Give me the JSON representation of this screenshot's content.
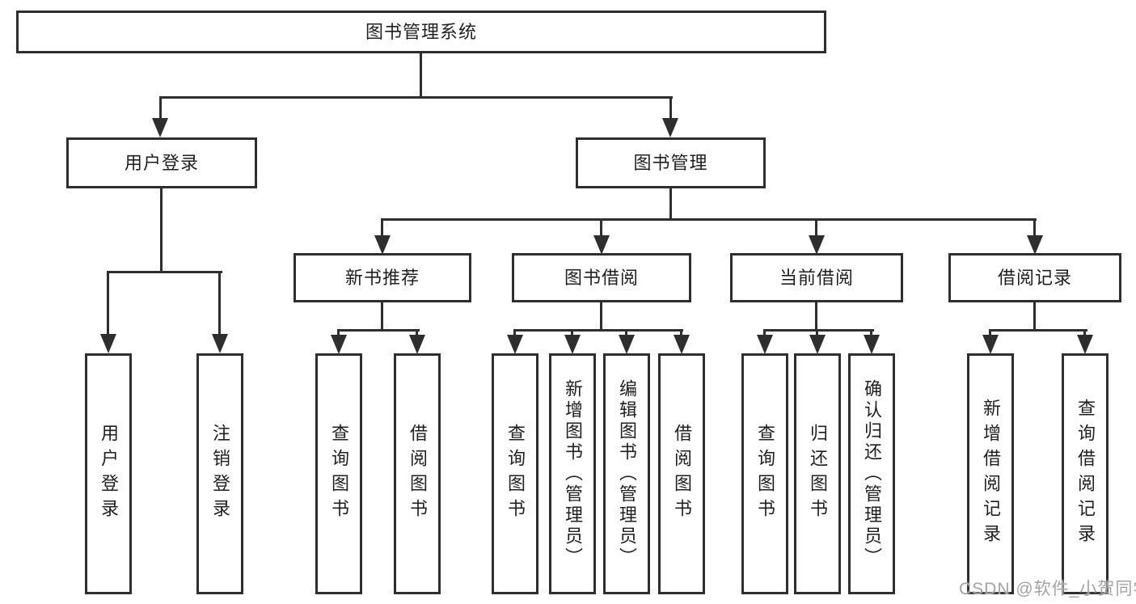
{
  "title": "图书管理系统",
  "watermark": "CSDN @软件_小贺同学",
  "colors": {
    "line": "#2e2e2e",
    "text": "#1f1f1f",
    "background": "#ffffff",
    "watermark": "#a3a3a3"
  },
  "tree": {
    "root": "图书管理系统",
    "branches": [
      {
        "label": "用户登录",
        "children": [
          "用户登录",
          "注销登录"
        ]
      },
      {
        "label": "图书管理",
        "children": [
          {
            "label": "新书推荐",
            "children": [
              "查询图书",
              "借阅图书"
            ]
          },
          {
            "label": "图书借阅",
            "children": [
              "查询图书",
              "新增图书（管理员）",
              "编辑图书（管理员）",
              "借阅图书"
            ]
          },
          {
            "label": "当前借阅",
            "children": [
              "查询图书",
              "归还图书",
              "确认归还（管理员）"
            ]
          },
          {
            "label": "借阅记录",
            "children": [
              "新增借阅记录",
              "查询借阅记录"
            ]
          }
        ]
      }
    ]
  }
}
